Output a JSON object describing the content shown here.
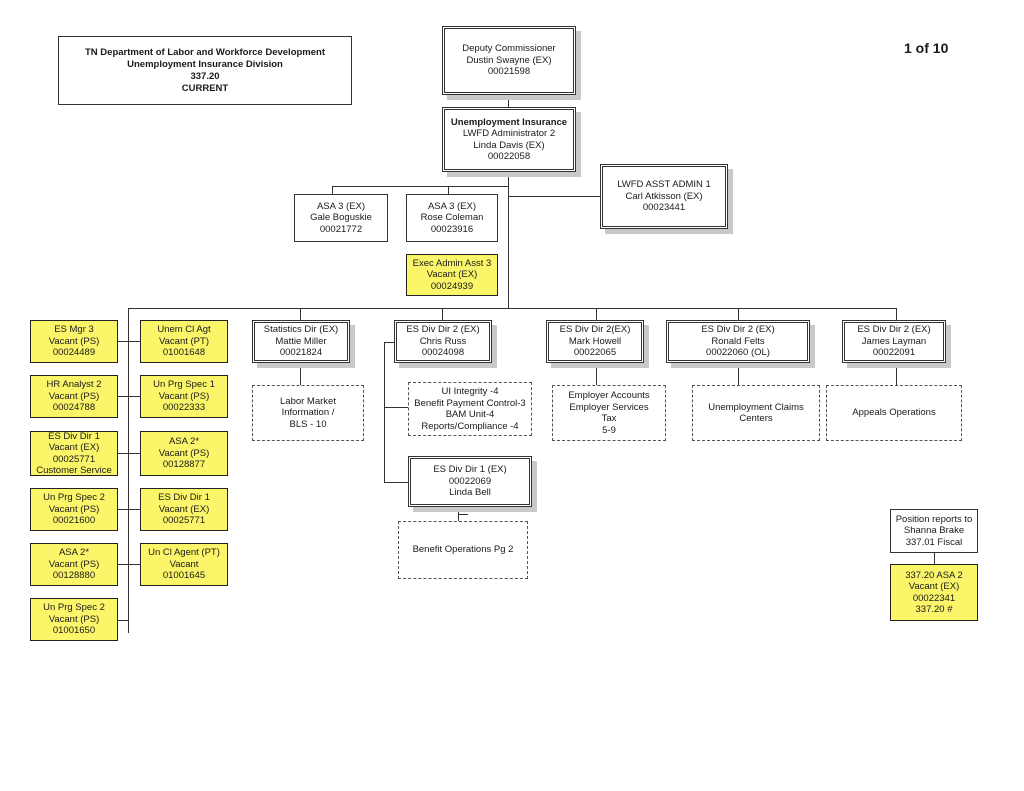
{
  "header": {
    "lines": [
      "TN Department of Labor and Workforce Development",
      "Unemployment Insurance Division",
      "337.20",
      "CURRENT"
    ],
    "page_number": "1 of 10"
  },
  "nodes": {
    "deputy": [
      "Deputy Commissioner",
      "Dustin Swayne (EX)",
      "00021598"
    ],
    "ui_admin": [
      "Unemployment Insurance",
      "LWFD Administrator 2",
      "Linda Davis (EX)",
      "00022058"
    ],
    "asst_admin": [
      "LWFD ASST ADMIN 1",
      "Carl Atkisson (EX)",
      "00023441"
    ],
    "asa_gale": [
      "ASA 3 (EX)",
      "Gale Boguskie",
      "00021772"
    ],
    "asa_rose": [
      "ASA 3 (EX)",
      "Rose Coleman",
      "00023916"
    ],
    "exec_admin": [
      "Exec Admin Asst 3",
      "Vacant (EX)",
      "00024939"
    ],
    "es_mgr3": [
      "ES Mgr 3",
      "Vacant (PS)",
      "00024489"
    ],
    "unem_cl_agt": [
      "Unem Cl Agt",
      "Vacant (PT)",
      "01001648"
    ],
    "hr_analyst": [
      "HR Analyst 2",
      "Vacant (PS)",
      "00024788"
    ],
    "un_prg_spec1": [
      "Un Prg Spec 1",
      "Vacant (PS)",
      "00022333"
    ],
    "es_div_dir1_cs": [
      "ES Div Dir 1",
      "Vacant (EX)",
      "00025771",
      "Customer Service"
    ],
    "asa2_a": [
      "ASA 2*",
      "Vacant (PS)",
      "00128877"
    ],
    "un_prg_spec2_a": [
      "Un Prg Spec 2",
      "Vacant (PS)",
      "00021600"
    ],
    "es_div_dir1_b": [
      "ES Div Dir 1",
      "Vacant (EX)",
      "00025771"
    ],
    "asa2_b": [
      "ASA 2*",
      "Vacant (PS)",
      "00128880"
    ],
    "un_cl_agent": [
      "Un Cl Agent (PT)",
      "Vacant",
      "01001645"
    ],
    "un_prg_spec2_b": [
      "Un Prg Spec 2",
      "Vacant (PS)",
      "01001650"
    ],
    "stats_dir": [
      "Statistics Dir (EX)",
      "Mattie Miller",
      "00021824"
    ],
    "chris_russ": [
      "ES Div Dir 2 (EX)",
      "Chris Russ",
      "00024098"
    ],
    "mark_howell": [
      "ES Div Dir 2(EX)",
      "Mark Howell",
      "00022065"
    ],
    "ronald_felts": [
      "ES Div Dir 2 (EX)",
      "Ronald Felts",
      "00022060 (OL)"
    ],
    "james_layman": [
      "ES Div Dir 2 (EX)",
      "James Layman",
      "00022091"
    ],
    "linda_bell": [
      "ES Div Dir 1 (EX)",
      "00022069",
      "Linda Bell"
    ],
    "labor_market": [
      "Labor Market",
      "Information /",
      "BLS  - 10"
    ],
    "ui_integrity": [
      "UI Integrity -4",
      "Benefit Payment Control-3",
      "BAM Unit-4",
      "Reports/Compliance -4"
    ],
    "employer_accounts": [
      "Employer Accounts",
      "Employer Services",
      "Tax",
      "5-9"
    ],
    "claims_centers": [
      "Unemployment Claims",
      "Centers"
    ],
    "appeals": [
      "Appeals Operations"
    ],
    "benefit_ops": [
      "Benefit Operations Pg 2"
    ],
    "reports_to_note": [
      "Position reports to",
      "Shanna Brake",
      "337.01 Fiscal"
    ],
    "asa2_fiscal": [
      "337.20  ASA 2",
      "Vacant  (EX)",
      "00022341",
      "337.20 #"
    ]
  }
}
